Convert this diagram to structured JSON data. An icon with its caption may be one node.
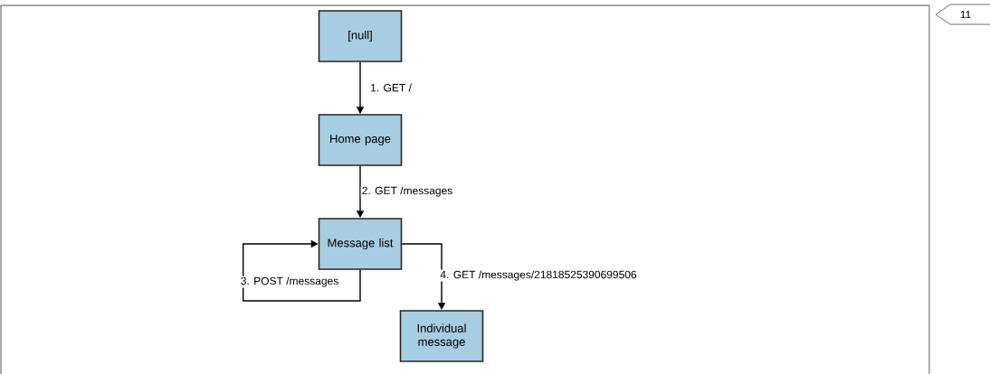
{
  "diagram": {
    "nodes": [
      {
        "text": [
          "[null]"
        ]
      },
      {
        "text": [
          "Home page"
        ]
      },
      {
        "text": [
          "Message list"
        ]
      },
      {
        "text": [
          "Individual message"
        ]
      }
    ],
    "edges": [
      {
        "from": 0,
        "to": 1,
        "arrow": "to",
        "label": "1. GET /"
      },
      {
        "from": 1,
        "to": 2,
        "arrow": "to",
        "label": "2. GET /messages"
      },
      {
        "from": 2,
        "to": 2,
        "arrow": "to",
        "label": "3. POST /messages"
      },
      {
        "from": 2,
        "to": 3,
        "arrow": "to",
        "label": "4. GET /messages/21818525390699506"
      }
    ],
    "labels": [
      "11"
    ]
  }
}
